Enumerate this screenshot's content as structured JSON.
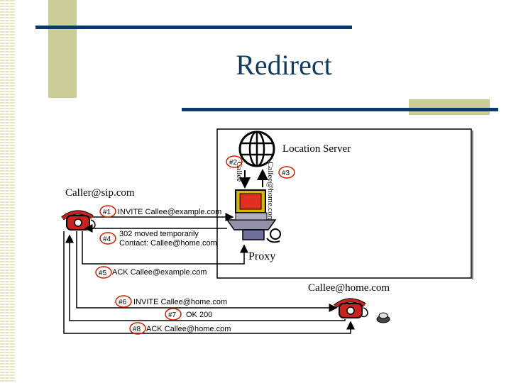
{
  "slide": {
    "title": "Redirect",
    "colors": {
      "accent_bar": "#0e3a6a",
      "accent_box": "#cccc99",
      "title": "#103a5e",
      "badge": "#cc2200",
      "phone": "#c8231e"
    }
  },
  "diagram": {
    "location_server_label": "Location Server",
    "proxy_label": "Proxy",
    "caller_label": "Caller@sip.com",
    "callee_label": "Callee@home.com",
    "vertical_query_label": "Callee",
    "vertical_reply_label": "Callee@home.com",
    "steps": [
      {
        "badge": "#1",
        "text": "INVITE Callee@example.com"
      },
      {
        "badge": "#2",
        "text": ""
      },
      {
        "badge": "#3",
        "text": ""
      },
      {
        "badge": "#4",
        "text_line1": "302 moved temporarily",
        "text_line2": "Contact: Callee@home.com"
      },
      {
        "badge": "#5",
        "text": "ACK Callee@example.com"
      },
      {
        "badge": "#6",
        "text": "INVITE Callee@home.com"
      },
      {
        "badge": "#7",
        "text": "OK 200"
      },
      {
        "badge": "#8",
        "text": "ACK Callee@home.com"
      }
    ],
    "icons": [
      "globe-icon",
      "computer-icon",
      "telephone-icon",
      "telephone-icon",
      "phone-button-icon"
    ]
  }
}
